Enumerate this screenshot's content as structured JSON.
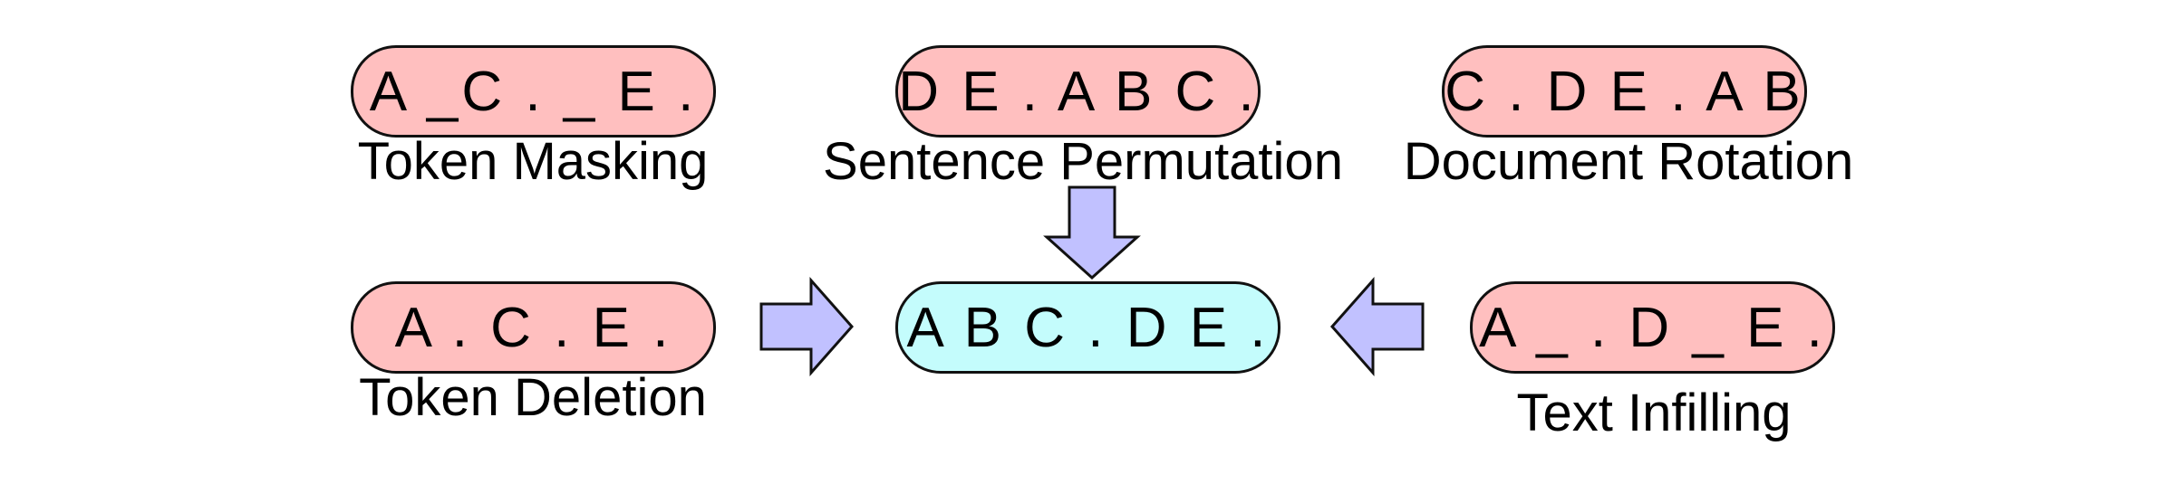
{
  "diagram": {
    "colors": {
      "noised_fill": "#ffbfbf",
      "target_fill": "#c4fcfc",
      "arrow_fill": "#c1c1ff",
      "stroke": "#111111"
    },
    "transforms": [
      {
        "id": "token-masking",
        "sequence": "A _C . _ E .",
        "label": "Token Masking"
      },
      {
        "id": "sentence-permutation",
        "sequence": "D E . A B C .",
        "label": "Sentence Permutation"
      },
      {
        "id": "document-rotation",
        "sequence": "C . D E . A B",
        "label": "Document Rotation"
      },
      {
        "id": "token-deletion",
        "sequence": "A . C . E .",
        "label": "Token Deletion"
      },
      {
        "id": "text-infilling",
        "sequence": "A _ . D _ E .",
        "label": "Text Infilling"
      }
    ],
    "original": {
      "sequence": "A B C . D E ."
    },
    "arrows": [
      {
        "from": "sentence-permutation",
        "direction": "down"
      },
      {
        "from": "token-deletion",
        "direction": "right"
      },
      {
        "from": "text-infilling",
        "direction": "left"
      }
    ]
  }
}
